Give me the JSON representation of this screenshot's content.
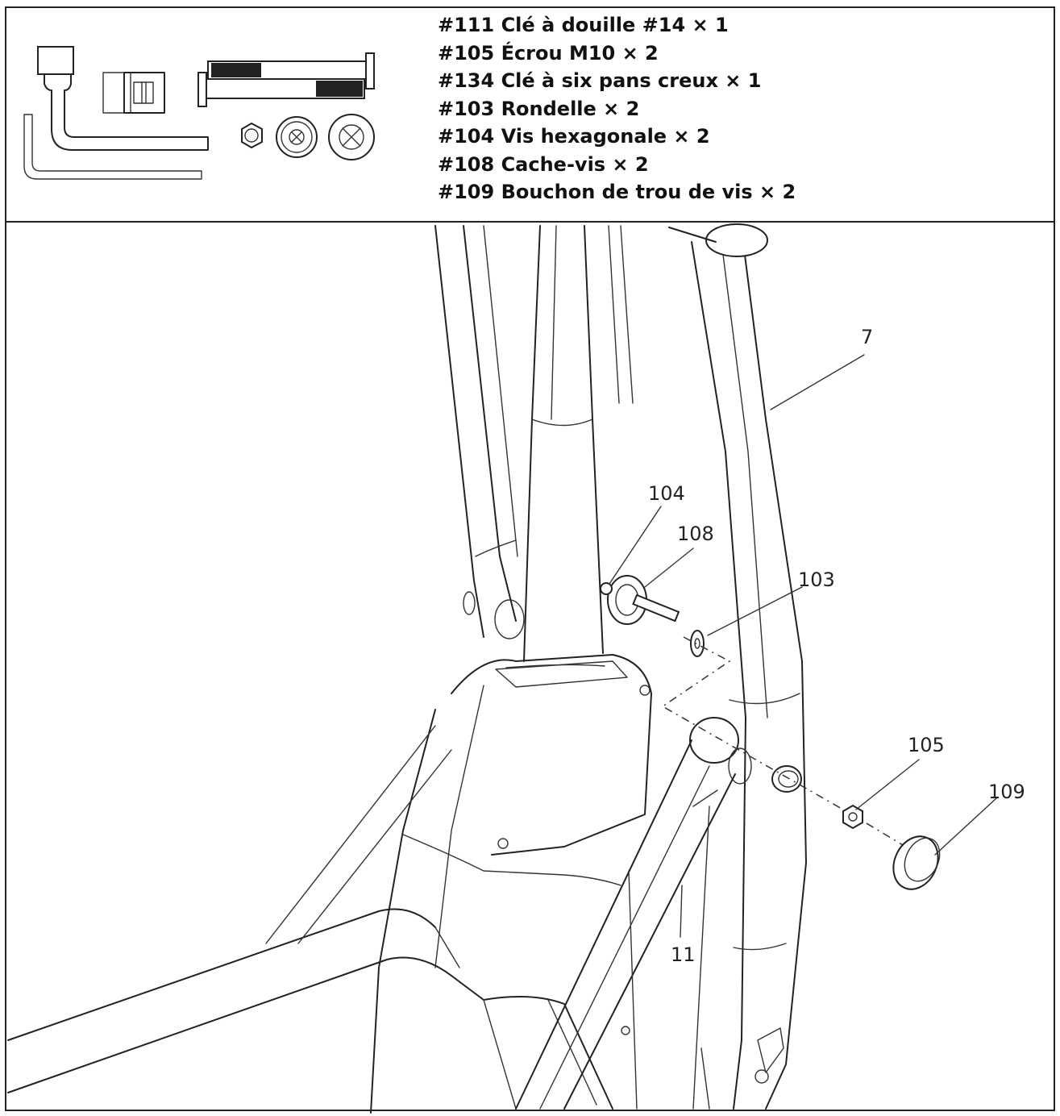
{
  "parts_list": [
    "#111 Clé à douille #14 × 1",
    "#105 Écrou M10 × 2",
    "#134 Clé à six pans creux × 1",
    "#103 Rondelle × 2",
    "#104 Vis hexagonale × 2",
    "#108 Cache-vis × 2",
    "#109 Bouchon de trou de vis × 2"
  ],
  "callouts": {
    "c7": "7",
    "c104": "104",
    "c108": "108",
    "c103": "103",
    "c105": "105",
    "c109": "109",
    "c11": "11"
  },
  "hardware_icons": [
    "socket-wrench-icon",
    "hex-key-icon",
    "bolt-icon",
    "nut-icon",
    "washer-icon",
    "screw-cap-icon"
  ]
}
